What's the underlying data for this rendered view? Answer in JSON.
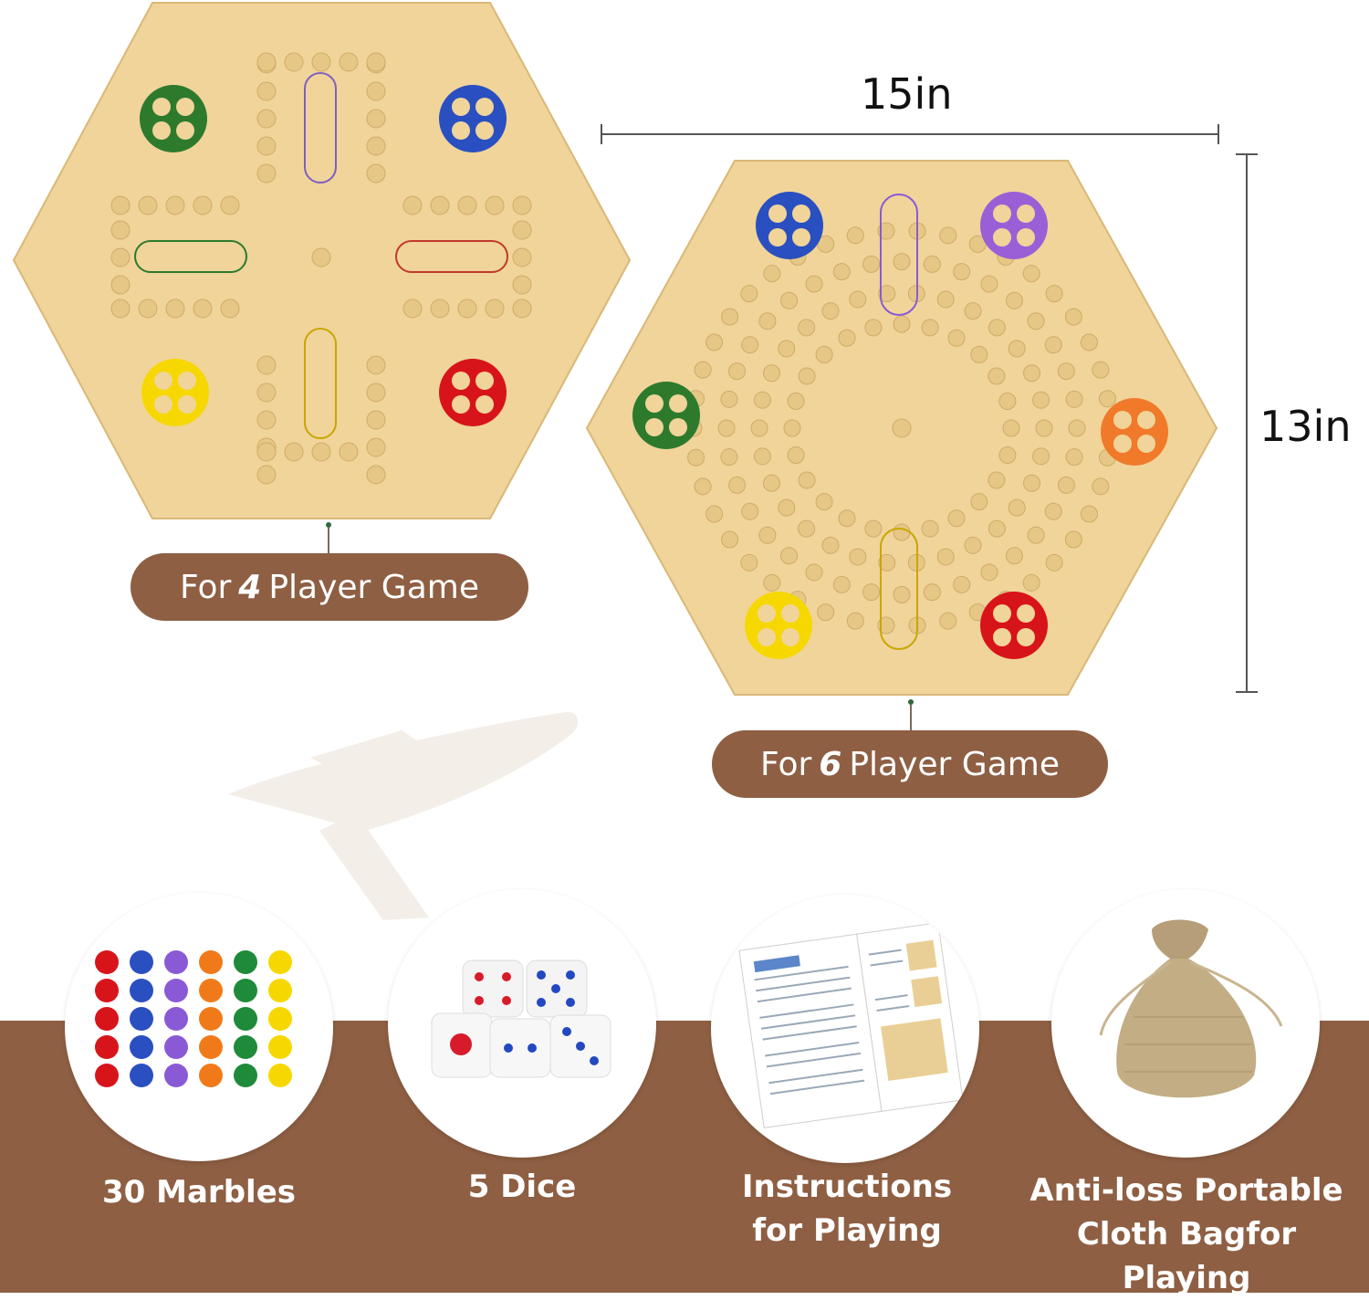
{
  "boards": {
    "four_player": {
      "label_prefix": "For ",
      "label_number": "4",
      "label_suffix": " Player Game",
      "home_colors": [
        "#2d7a2d",
        "#2a4fc0",
        "#f6d800",
        "#d8141b"
      ]
    },
    "six_player": {
      "label_prefix": "For ",
      "label_number": "6",
      "label_suffix": " Player Game",
      "home_colors": [
        "#2a4fc0",
        "#9a5fd6",
        "#2d7a2d",
        "#f07a2a",
        "#f6d800",
        "#d8141b"
      ]
    }
  },
  "dimensions": {
    "width": "15in",
    "height": "13in"
  },
  "features": [
    {
      "label": "30 Marbles",
      "icon": "marbles-icon"
    },
    {
      "label": "5 Dice",
      "icon": "dice-icon"
    },
    {
      "label": "Instructions\nfor Playing",
      "icon": "instructions-icon"
    },
    {
      "label": "Anti-loss Portable\nCloth Bagfor Playing",
      "icon": "cloth-bag-icon"
    }
  ],
  "colors": {
    "wood": "#f0d49a",
    "accent_brown": "#8e5f43",
    "marbles": [
      "#d8141b",
      "#2a4fc0",
      "#8a5ad6",
      "#f07a1a",
      "#1f8a3a",
      "#f6d800"
    ]
  }
}
